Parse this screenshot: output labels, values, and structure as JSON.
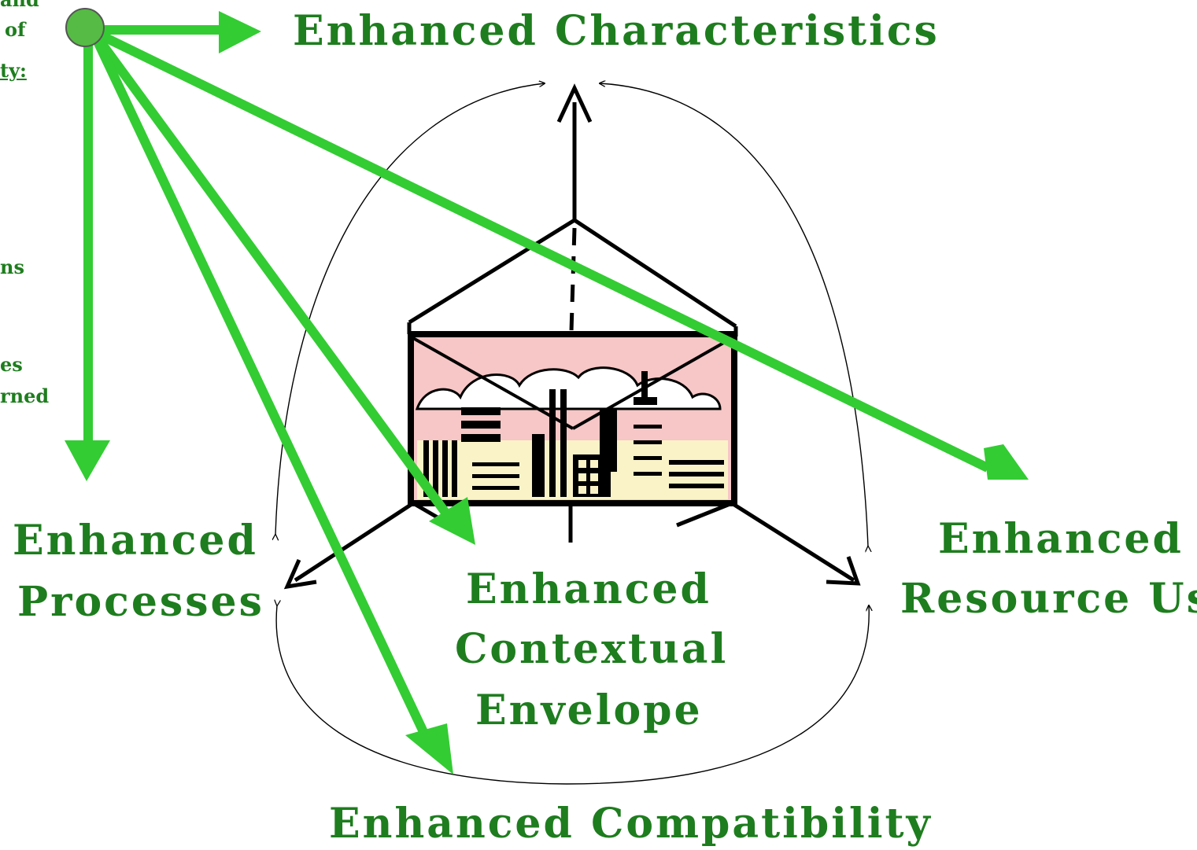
{
  "labels": {
    "top": "Enhanced Characteristics",
    "left_line1": "Enhanced",
    "left_line2": "Processes",
    "center_line1": "Enhanced",
    "center_line2": "Contextual",
    "center_line3": "Envelope",
    "right_line1": "Enhanced",
    "right_line2": "Resource Use",
    "bottom": "Enhanced Compatibility"
  },
  "left_fragments": [
    "and",
    "of",
    "ty:",
    "ns",
    "es",
    "rned"
  ],
  "colors": {
    "label_green": "#1e7d1e",
    "arrow_green": "#33cc33",
    "node_green": "#55bb44",
    "sky_pink": "#f7c6c6",
    "building_cream": "#fbf3c8",
    "line_black": "#000000"
  },
  "icons": [
    "city-skyline-icon",
    "source-node-icon"
  ]
}
